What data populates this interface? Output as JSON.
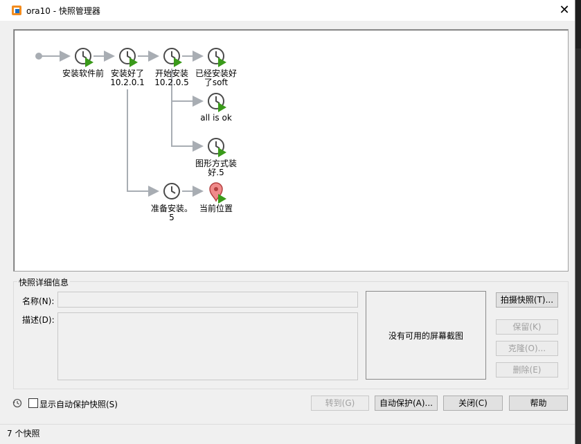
{
  "window": {
    "title": "ora10 - 快照管理器",
    "close_glyph": "✕"
  },
  "tree": {
    "snapshots": [
      {
        "label": "安装软件前"
      },
      {
        "label": "安装好了\n10.2.0.1"
      },
      {
        "label": "开始安装\n10.2.0.5"
      },
      {
        "label": "已经安装好\n了soft"
      },
      {
        "label": "all is ok"
      },
      {
        "label": "图形方式装\n好.5"
      },
      {
        "label": "准备安装。\n5"
      },
      {
        "label": "当前位置"
      }
    ]
  },
  "details": {
    "group_title": "快照详细信息",
    "name_label": "名称(N):",
    "desc_label": "描述(D):",
    "name_value": "",
    "desc_value": "",
    "screenshot_placeholder": "没有可用的屏幕截图"
  },
  "buttons": {
    "take_snapshot": "拍摄快照(T)...",
    "keep": "保留(K)",
    "clone": "克隆(O)...",
    "delete": "删除(E)",
    "goto": "转到(G)",
    "autoprotect": "自动保护(A)...",
    "close": "关闭(C)",
    "help": "帮助"
  },
  "options": {
    "show_autoprotect_label": "显示自动保护快照(S)",
    "show_autoprotect_checked": false
  },
  "status": {
    "count_text": "7 个快照"
  },
  "colors": {
    "clock": "#4a4a4a",
    "play": "#3a9a1a",
    "pin": "#f08a8a",
    "connector": "#a8adb3"
  },
  "icons": [
    "app-icon",
    "close-icon",
    "snapshot-clock-icon",
    "current-location-pin-icon",
    "history-icon"
  ]
}
